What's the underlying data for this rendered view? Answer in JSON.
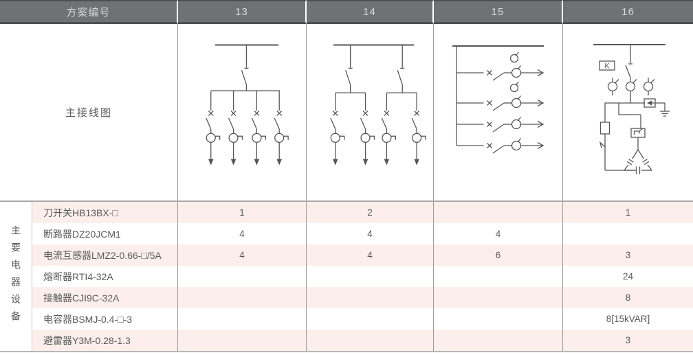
{
  "header": {
    "plan_label": "方案编号",
    "schemes": [
      "13",
      "14",
      "15",
      "16"
    ]
  },
  "diagram_section": {
    "label": "主接线图",
    "scheme16_k_label": "K",
    "diagram_names": [
      "scheme-13-one-switch-four-feeders",
      "scheme-14-two-switches-four-feeders",
      "scheme-15-vertical-bus-four-side-feeders",
      "scheme-16-capacitor-compensation-cabinet"
    ]
  },
  "equipment_section": {
    "group_label": "主要电器设备",
    "rows": [
      {
        "name": "刀开关HB13BX-□",
        "values": [
          "1",
          "2",
          "",
          "1"
        ]
      },
      {
        "name": "断路器DZ20JCM1",
        "values": [
          "4",
          "4",
          "4",
          ""
        ]
      },
      {
        "name": "电流互感器LMZ2-0.66-□/5A",
        "values": [
          "4",
          "4",
          "6",
          "3"
        ]
      },
      {
        "name": "熔断器RTI4-32A",
        "values": [
          "",
          "",
          "",
          "24"
        ]
      },
      {
        "name": "接触器CJI9C-32A",
        "values": [
          "",
          "",
          "",
          "8"
        ]
      },
      {
        "name": "电容器BSMJ-0.4-□-3",
        "values": [
          "",
          "",
          "",
          "8[15kVAR]"
        ]
      },
      {
        "name": "避雷器Y3M-0.28-1.3",
        "values": [
          "",
          "",
          "",
          "3"
        ]
      }
    ]
  },
  "colors": {
    "header_bg": "#707174",
    "header_border": "#4e4f51",
    "header_text": "#d8d9db",
    "row_stripe": "#fcefeb",
    "text": "#58595b",
    "diagram_line": "#55565a",
    "column_divider": "#9c9c9c"
  }
}
